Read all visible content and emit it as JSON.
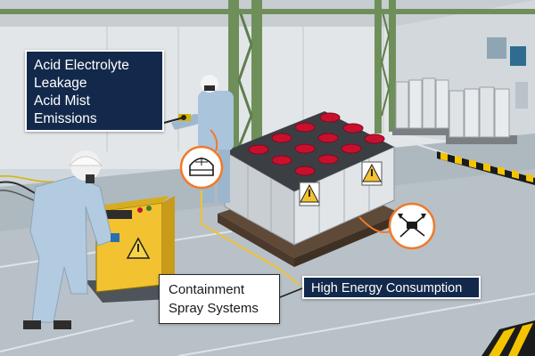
{
  "callouts": {
    "acid_leakage": [
      "Acid Electrolyte",
      "Leakage"
    ],
    "acid_mist": [
      "Acid Mist",
      "Emissions"
    ],
    "containment_spray": [
      "Containment",
      "Spray Systems"
    ],
    "energy": "High Energy Consumption"
  },
  "colors": {
    "dark_label_bg": "#13294b",
    "callout_orange": "#f07a2a",
    "callout_yellow": "#f2c230",
    "warning_yellow": "#f2c230",
    "battery_red": "#c8102e",
    "safety_stripe_yellow": "#f5c400"
  },
  "icons": {
    "fume_hood_circle": "hazard-fume-icon",
    "network_circle": "distribution-network-icon",
    "warning_sign": "warning-triangle-icon"
  }
}
